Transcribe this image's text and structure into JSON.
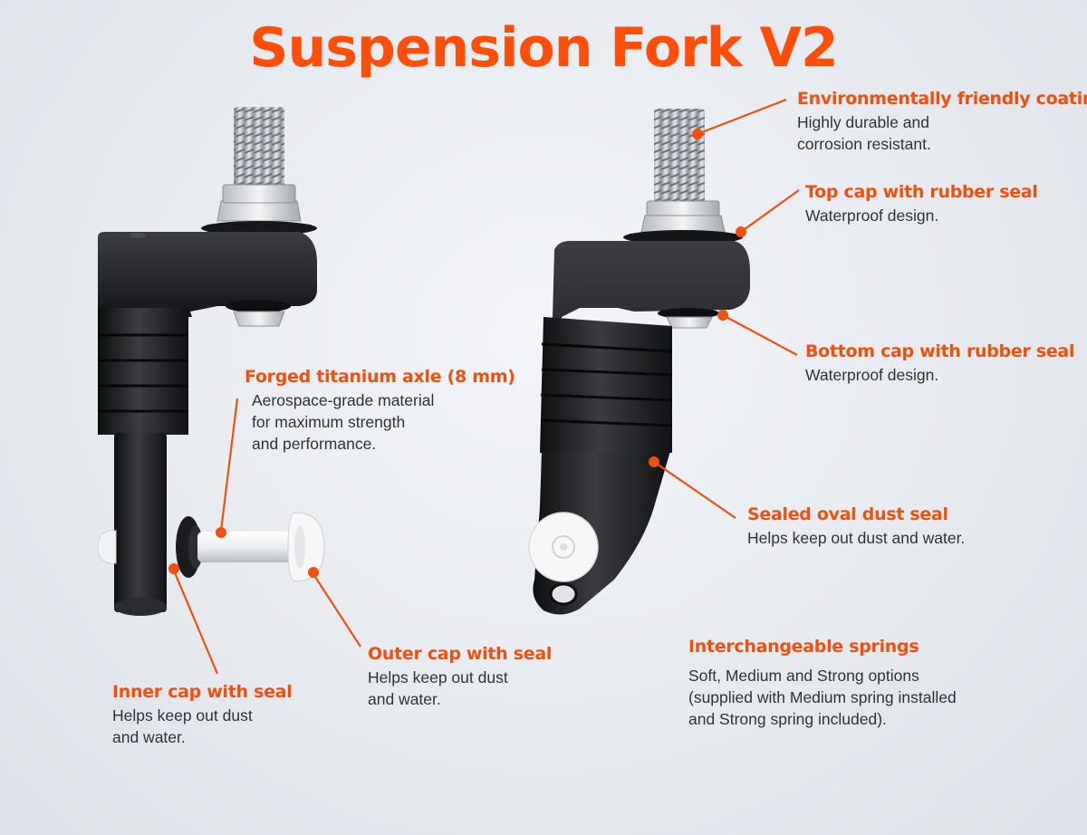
{
  "title": "Suspension Fork V2",
  "colors": {
    "accent": "#ff4d0a",
    "text": "#2f3236",
    "background": "#e9ecf0",
    "part_body": "#1e1f21",
    "thread": "#b8bcc2",
    "cap": "#f4f4f4"
  },
  "callouts": [
    {
      "id": "coating",
      "title": "Environmentally friendly coating",
      "lines": [
        "Highly durable and",
        "corrosion resistant."
      ]
    },
    {
      "id": "top-cap",
      "title": "Top cap with rubber seal",
      "lines": [
        "Waterproof design."
      ]
    },
    {
      "id": "bottom-cap",
      "title": "Bottom cap with rubber seal",
      "lines": [
        "Waterproof design."
      ]
    },
    {
      "id": "axle",
      "title": "Forged titanium axle (8 mm)",
      "lines": [
        "Aerospace-grade material",
        "for maximum strength",
        "and performance."
      ]
    },
    {
      "id": "dust-seal",
      "title": "Sealed oval dust seal",
      "lines": [
        "Helps keep out dust and water."
      ]
    },
    {
      "id": "outer-cap",
      "title": "Outer cap with seal",
      "lines": [
        "Helps keep out dust",
        "and water."
      ]
    },
    {
      "id": "inner-cap",
      "title": "Inner cap with seal",
      "lines": [
        "Helps keep out dust",
        "and water."
      ]
    },
    {
      "id": "springs",
      "title": "Interchangeable springs",
      "lines": [
        "Soft, Medium and Strong options",
        "(supplied with Medium spring installed",
        "and Strong spring included)."
      ]
    }
  ]
}
